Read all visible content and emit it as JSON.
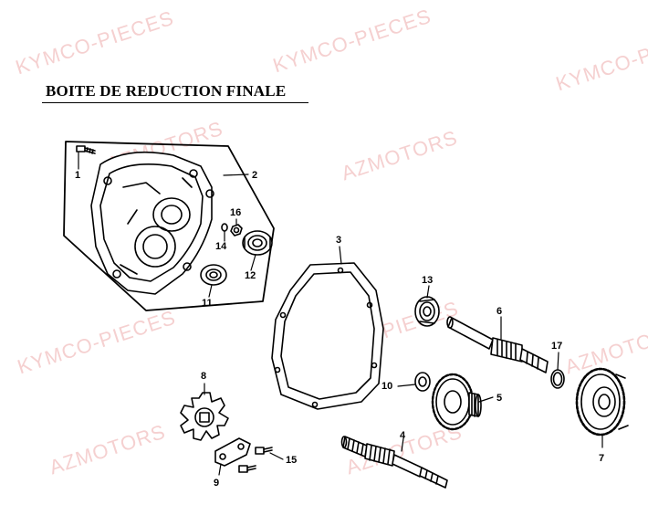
{
  "title": "BOITE DE REDUCTION FINALE",
  "watermarks": [
    "KYMCO-PIECES",
    "AZMOTORS",
    "KYMCO-PIECES",
    "AZMOTORS",
    "KYMCO-PIECES",
    "KYMCO-PIECES",
    "KYMCO-PIECES",
    "AZMOTORS",
    "AZMOTORS",
    "AZMOTORS"
  ],
  "watermark_color": "#e89696",
  "part_numbers": {
    "p1": "1",
    "p2": "2",
    "p3": "3",
    "p4": "4",
    "p5": "5",
    "p6": "6",
    "p7": "7",
    "p8": "8",
    "p9": "9",
    "p10": "10",
    "p11": "11",
    "p12": "12",
    "p13": "13",
    "p14": "14",
    "p15": "15",
    "p16": "16",
    "p17": "17"
  }
}
